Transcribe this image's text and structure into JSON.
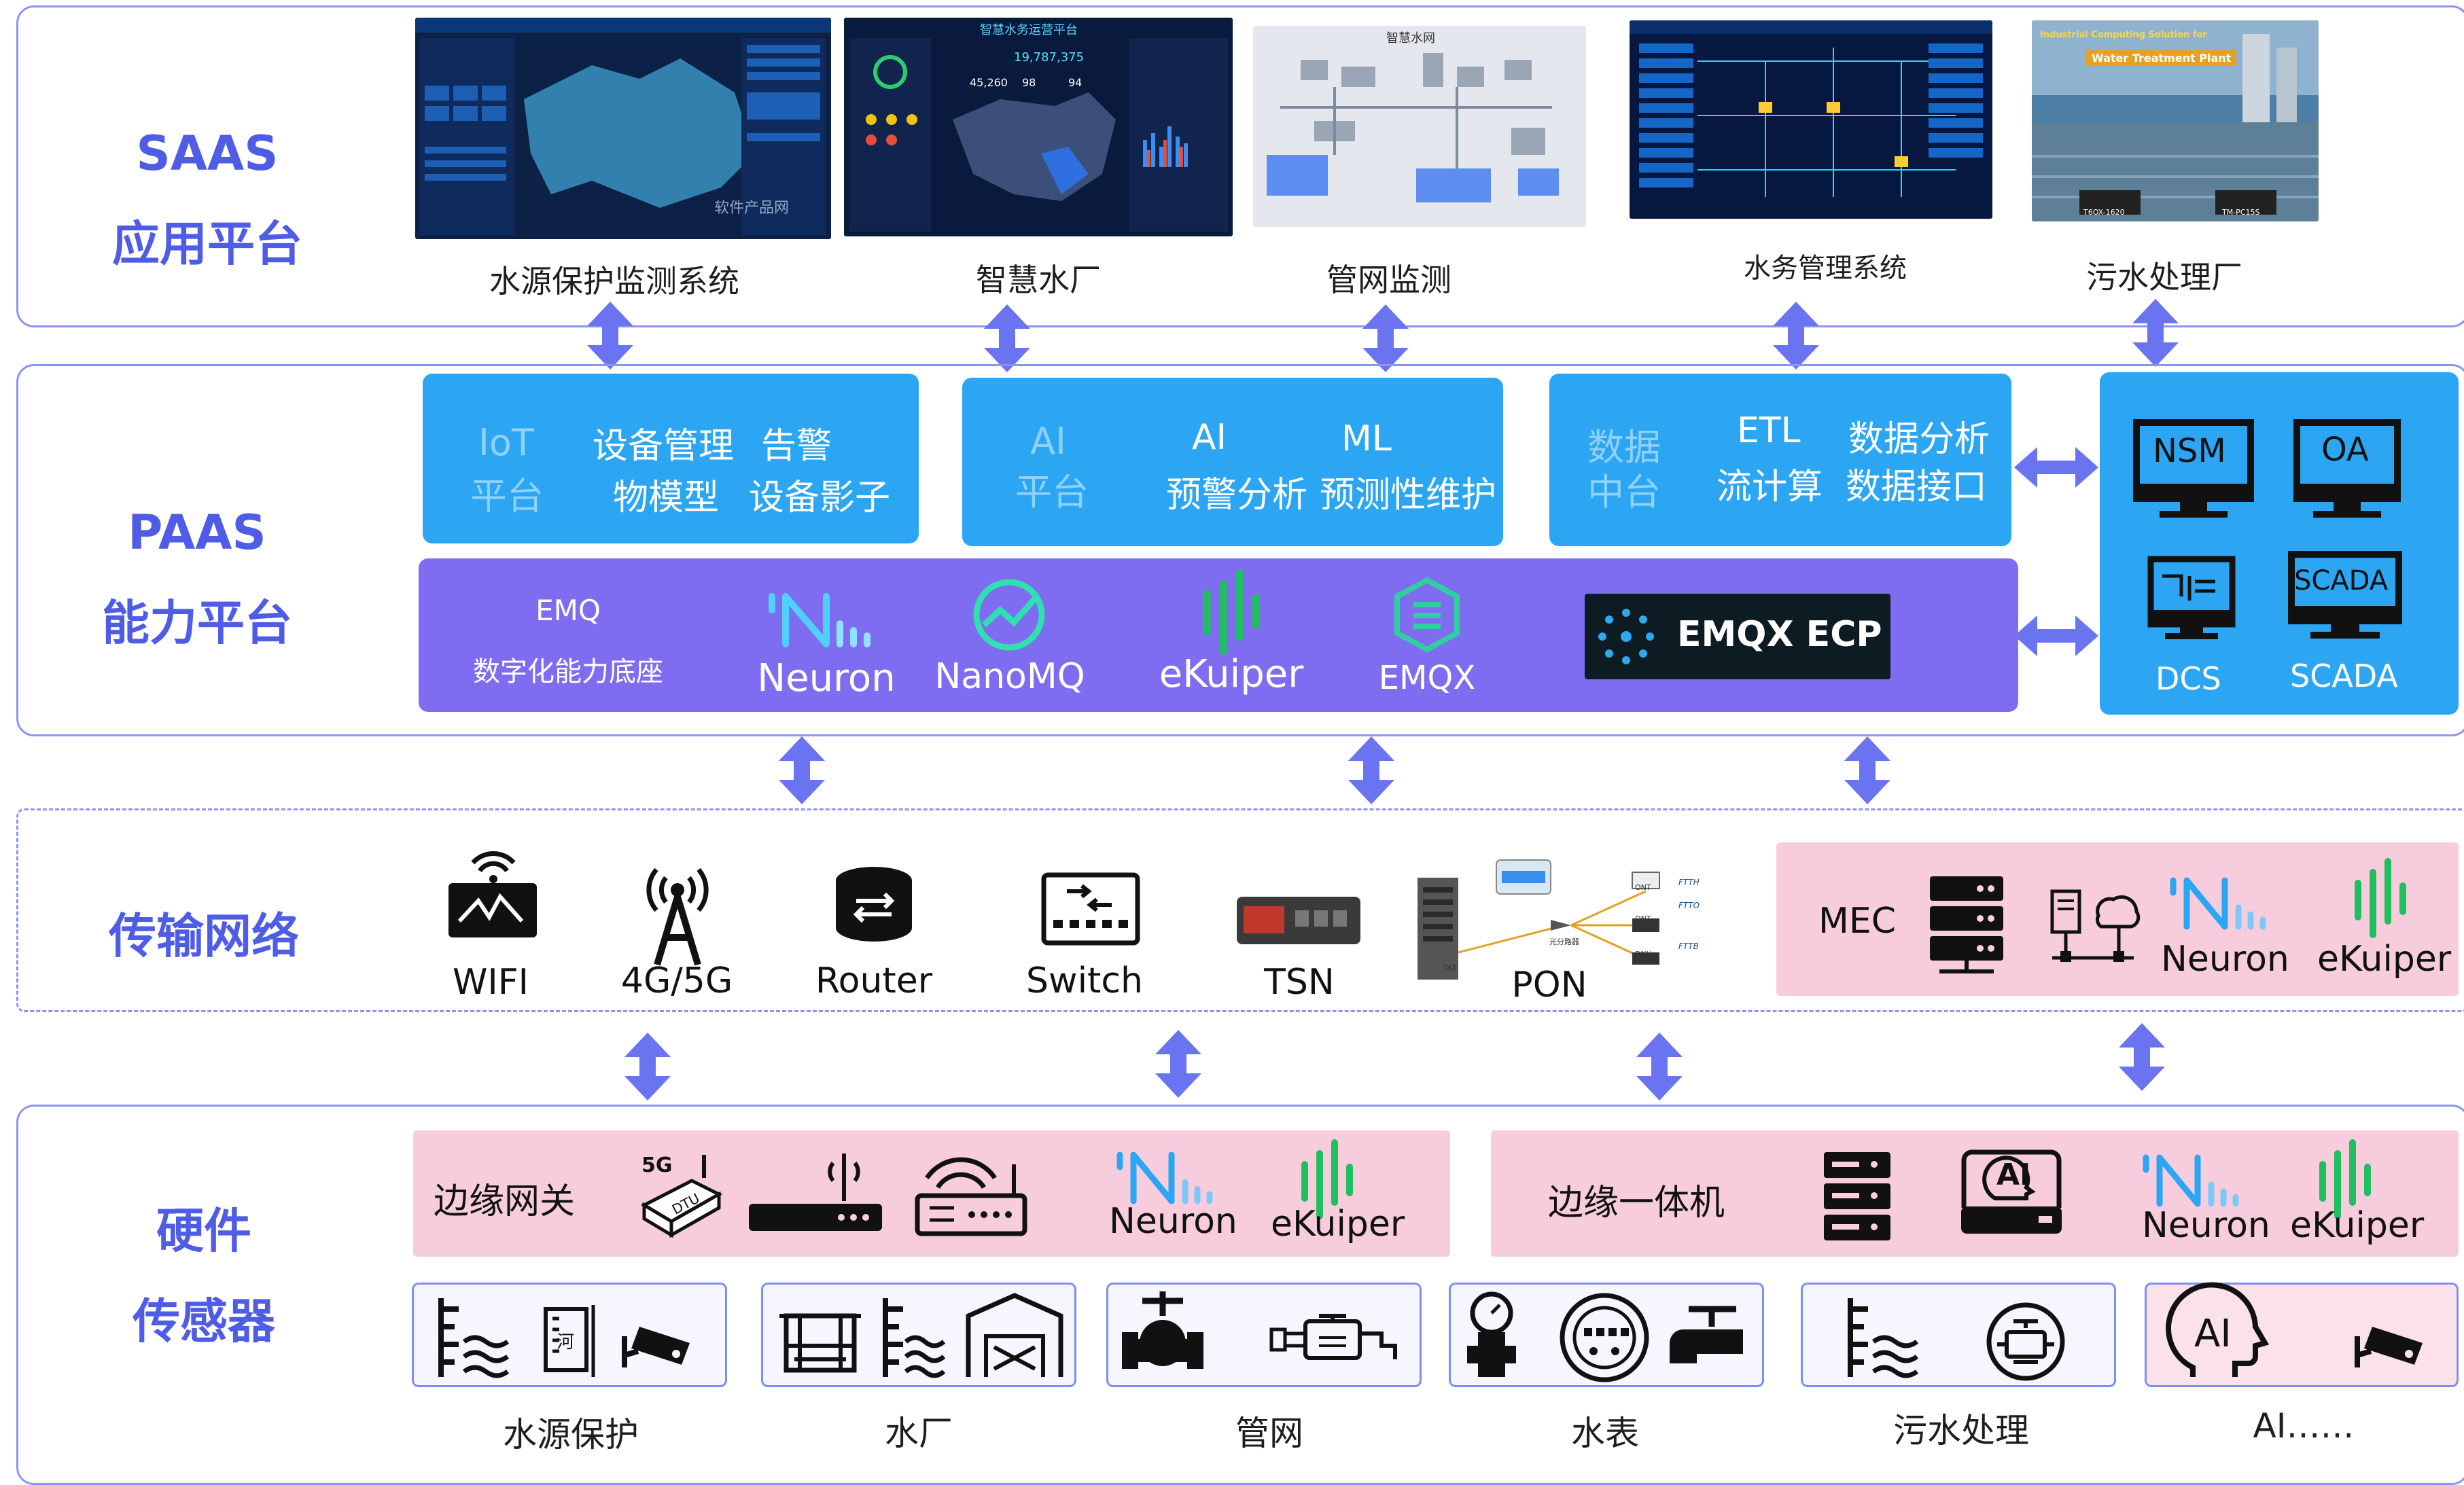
{
  "saas": {
    "title1": "SAAS",
    "title2": "应用平台",
    "apps": [
      {
        "label": "水源保护监测系统",
        "watermark": "软件产品网"
      },
      {
        "label": "智慧水厂",
        "banner": "智慧水务运营平台",
        "stats": [
          "45,260",
          "98",
          "94"
        ],
        "counter": "19,787,375"
      },
      {
        "label": "管网监测",
        "banner": "智慧水网"
      },
      {
        "label": "水务管理系统"
      },
      {
        "label": "污水处理厂",
        "banner1": "Industrial Computing Solution for",
        "banner2": "Water Treatment Plant",
        "dev1": "T6OX-1620",
        "dev2": "TM-PC15S"
      }
    ]
  },
  "paas": {
    "title1": "PAAS",
    "title2": "能力平台",
    "iot": {
      "name1": "IoT",
      "name2": "平台",
      "f1": "设备管理",
      "f2": "告警",
      "f3": "物模型",
      "f4": "设备影子"
    },
    "ai": {
      "name1": "AI",
      "name2": "平台",
      "f1": "AI",
      "f2": "ML",
      "f3": "预警分析",
      "f4": "预测性维护"
    },
    "data": {
      "name1": "数据",
      "name2": "中台",
      "f1": "ETL",
      "f2": "数据分析",
      "f3": "流计算",
      "f4": "数据接口"
    },
    "emq": {
      "t1": "EMQ",
      "t2": "数字化能力底座",
      "neuron": "Neuron",
      "nanomq": "NanoMQ",
      "ekuiper": "eKuiper",
      "emqx": "EMQX",
      "ecp": "EMQX ECP"
    },
    "systems": {
      "nsm": "NSM",
      "oa": "OA",
      "dcs": "DCS",
      "scada": "SCADA"
    }
  },
  "network": {
    "title": "传输网络",
    "items": [
      "WIFI",
      "4G/5G",
      "Router",
      "Switch",
      "TSN",
      "PON"
    ],
    "pon_tags": [
      "FTTH",
      "FTTO",
      "FTTB",
      "ONT",
      "ONT",
      "DNU",
      "OLT",
      "光分路器"
    ],
    "mec": {
      "label": "MEC",
      "neuron": "Neuron",
      "ekuiper": "eKuiper"
    }
  },
  "hardware": {
    "title1": "硬件",
    "title2": "传感器",
    "gateway": {
      "label": "边缘网关",
      "badge": "5G",
      "dtu": "DTU",
      "neuron": "Neuron",
      "ekuiper": "eKuiper"
    },
    "edge": {
      "label": "边缘一体机",
      "ai": "AI",
      "neuron": "Neuron",
      "ekuiper": "eKuiper"
    },
    "sensor_groups": [
      "水源保护",
      "水厂",
      "管网",
      "水表",
      "污水处理",
      "AI……"
    ],
    "river_char": "河"
  },
  "colors": {
    "layer_border": "#8a94f2",
    "title": "#4f5ce6",
    "paas_blue": "#2ca6f3",
    "emq_purple": "#7e6df0",
    "pink": "#f7cddd",
    "arrow": "#6a74f0",
    "ecp_bg": "#0d1b22"
  }
}
